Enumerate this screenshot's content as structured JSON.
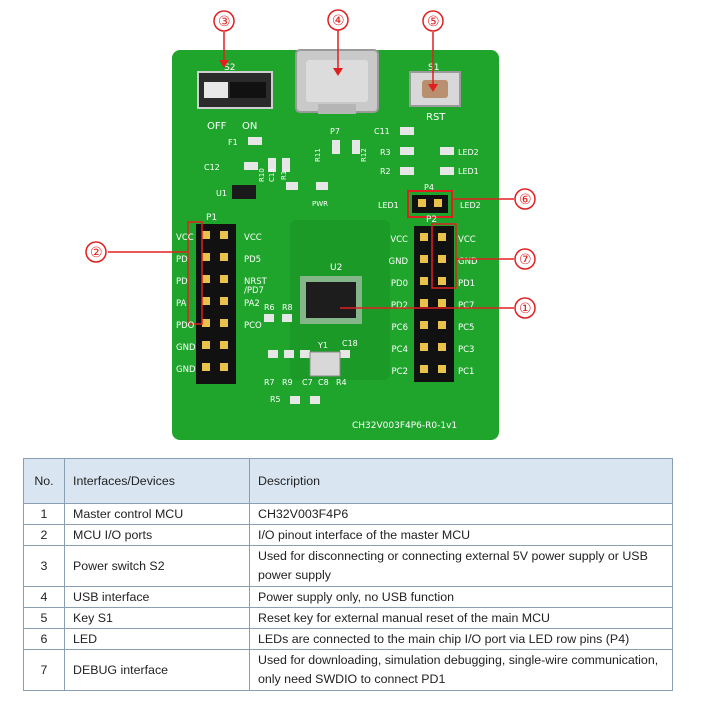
{
  "board": {
    "silk_s2": "S2",
    "silk_off": "OFF",
    "silk_on": "ON",
    "silk_f1": "F1",
    "silk_c12": "C12",
    "silk_r10": "R10",
    "silk_c13": "C13",
    "silk_r1": "R1",
    "silk_u1": "U1",
    "silk_p7": "P7",
    "silk_r11": "R11",
    "silk_r12": "R12",
    "silk_pwr": "PWR",
    "silk_s1": "S1",
    "silk_rst": "RST",
    "silk_c11": "C11",
    "silk_r3": "R3",
    "silk_r2": "R2",
    "silk_led2a": "LED2",
    "silk_led1a": "LED1",
    "silk_p4": "P4",
    "silk_led1b": "LED1",
    "silk_led2b": "LED2",
    "silk_p1": "P1",
    "silk_p2": "P2",
    "silk_u2": "U2",
    "silk_r6": "R6",
    "silk_r8": "R8",
    "silk_y1": "Y1",
    "silk_c18": "C18",
    "silk_r7": "R7",
    "silk_r9": "R9",
    "silk_c7": "C7",
    "silk_c8": "C8",
    "silk_r4": "R4",
    "silk_r5": "R5",
    "silk_board": "CH32V003F4P6-R0-1v1",
    "left_pins_outer": [
      "VCC",
      "PD",
      "PD",
      "PA",
      "PDO",
      "GND",
      "GND"
    ],
    "left_pins_inner": [
      "VCC",
      "PD5",
      "NRST\n/PD7",
      "PA2",
      "PCO",
      "",
      ""
    ],
    "right_pins_inner": [
      "VCC",
      "GND",
      "PD0",
      "PD2",
      "PC6",
      "PC4",
      "PC2"
    ],
    "right_pins_outer": [
      "VCC",
      "GND",
      "PD1",
      "PC7",
      "PC5",
      "PC3",
      "PC1"
    ],
    "callouts": [
      "③",
      "④",
      "⑤",
      "②",
      "⑥",
      "⑦",
      "①"
    ],
    "colors": {
      "pcb": "#1fa52c",
      "pcb_dark": "#178a23",
      "silk": "#ffffff",
      "callout": "#e02020"
    }
  },
  "table": {
    "headers": {
      "no": "No.",
      "device": "Interfaces/Devices",
      "desc": "Description"
    },
    "rows": [
      {
        "no": "1",
        "device": "Master control MCU",
        "desc": "CH32V003F4P6"
      },
      {
        "no": "2",
        "device": "MCU I/O ports",
        "desc": "I/O pinout interface of the master MCU"
      },
      {
        "no": "3",
        "device": "Power switch S2",
        "desc": "Used for disconnecting or connecting external 5V power supply or USB power supply"
      },
      {
        "no": "4",
        "device": "USB interface",
        "desc": "Power supply only, no USB function"
      },
      {
        "no": "5",
        "device": "Key S1",
        "desc": "Reset key for external manual reset of the main MCU"
      },
      {
        "no": "6",
        "device": "LED",
        "desc": "LEDs are connected to the main chip I/O port via LED row pins (P4)"
      },
      {
        "no": "7",
        "device": "DEBUG interface",
        "desc": "Used for downloading, simulation debugging, single-wire communication, only need SWDIO to connect PD1"
      }
    ]
  }
}
